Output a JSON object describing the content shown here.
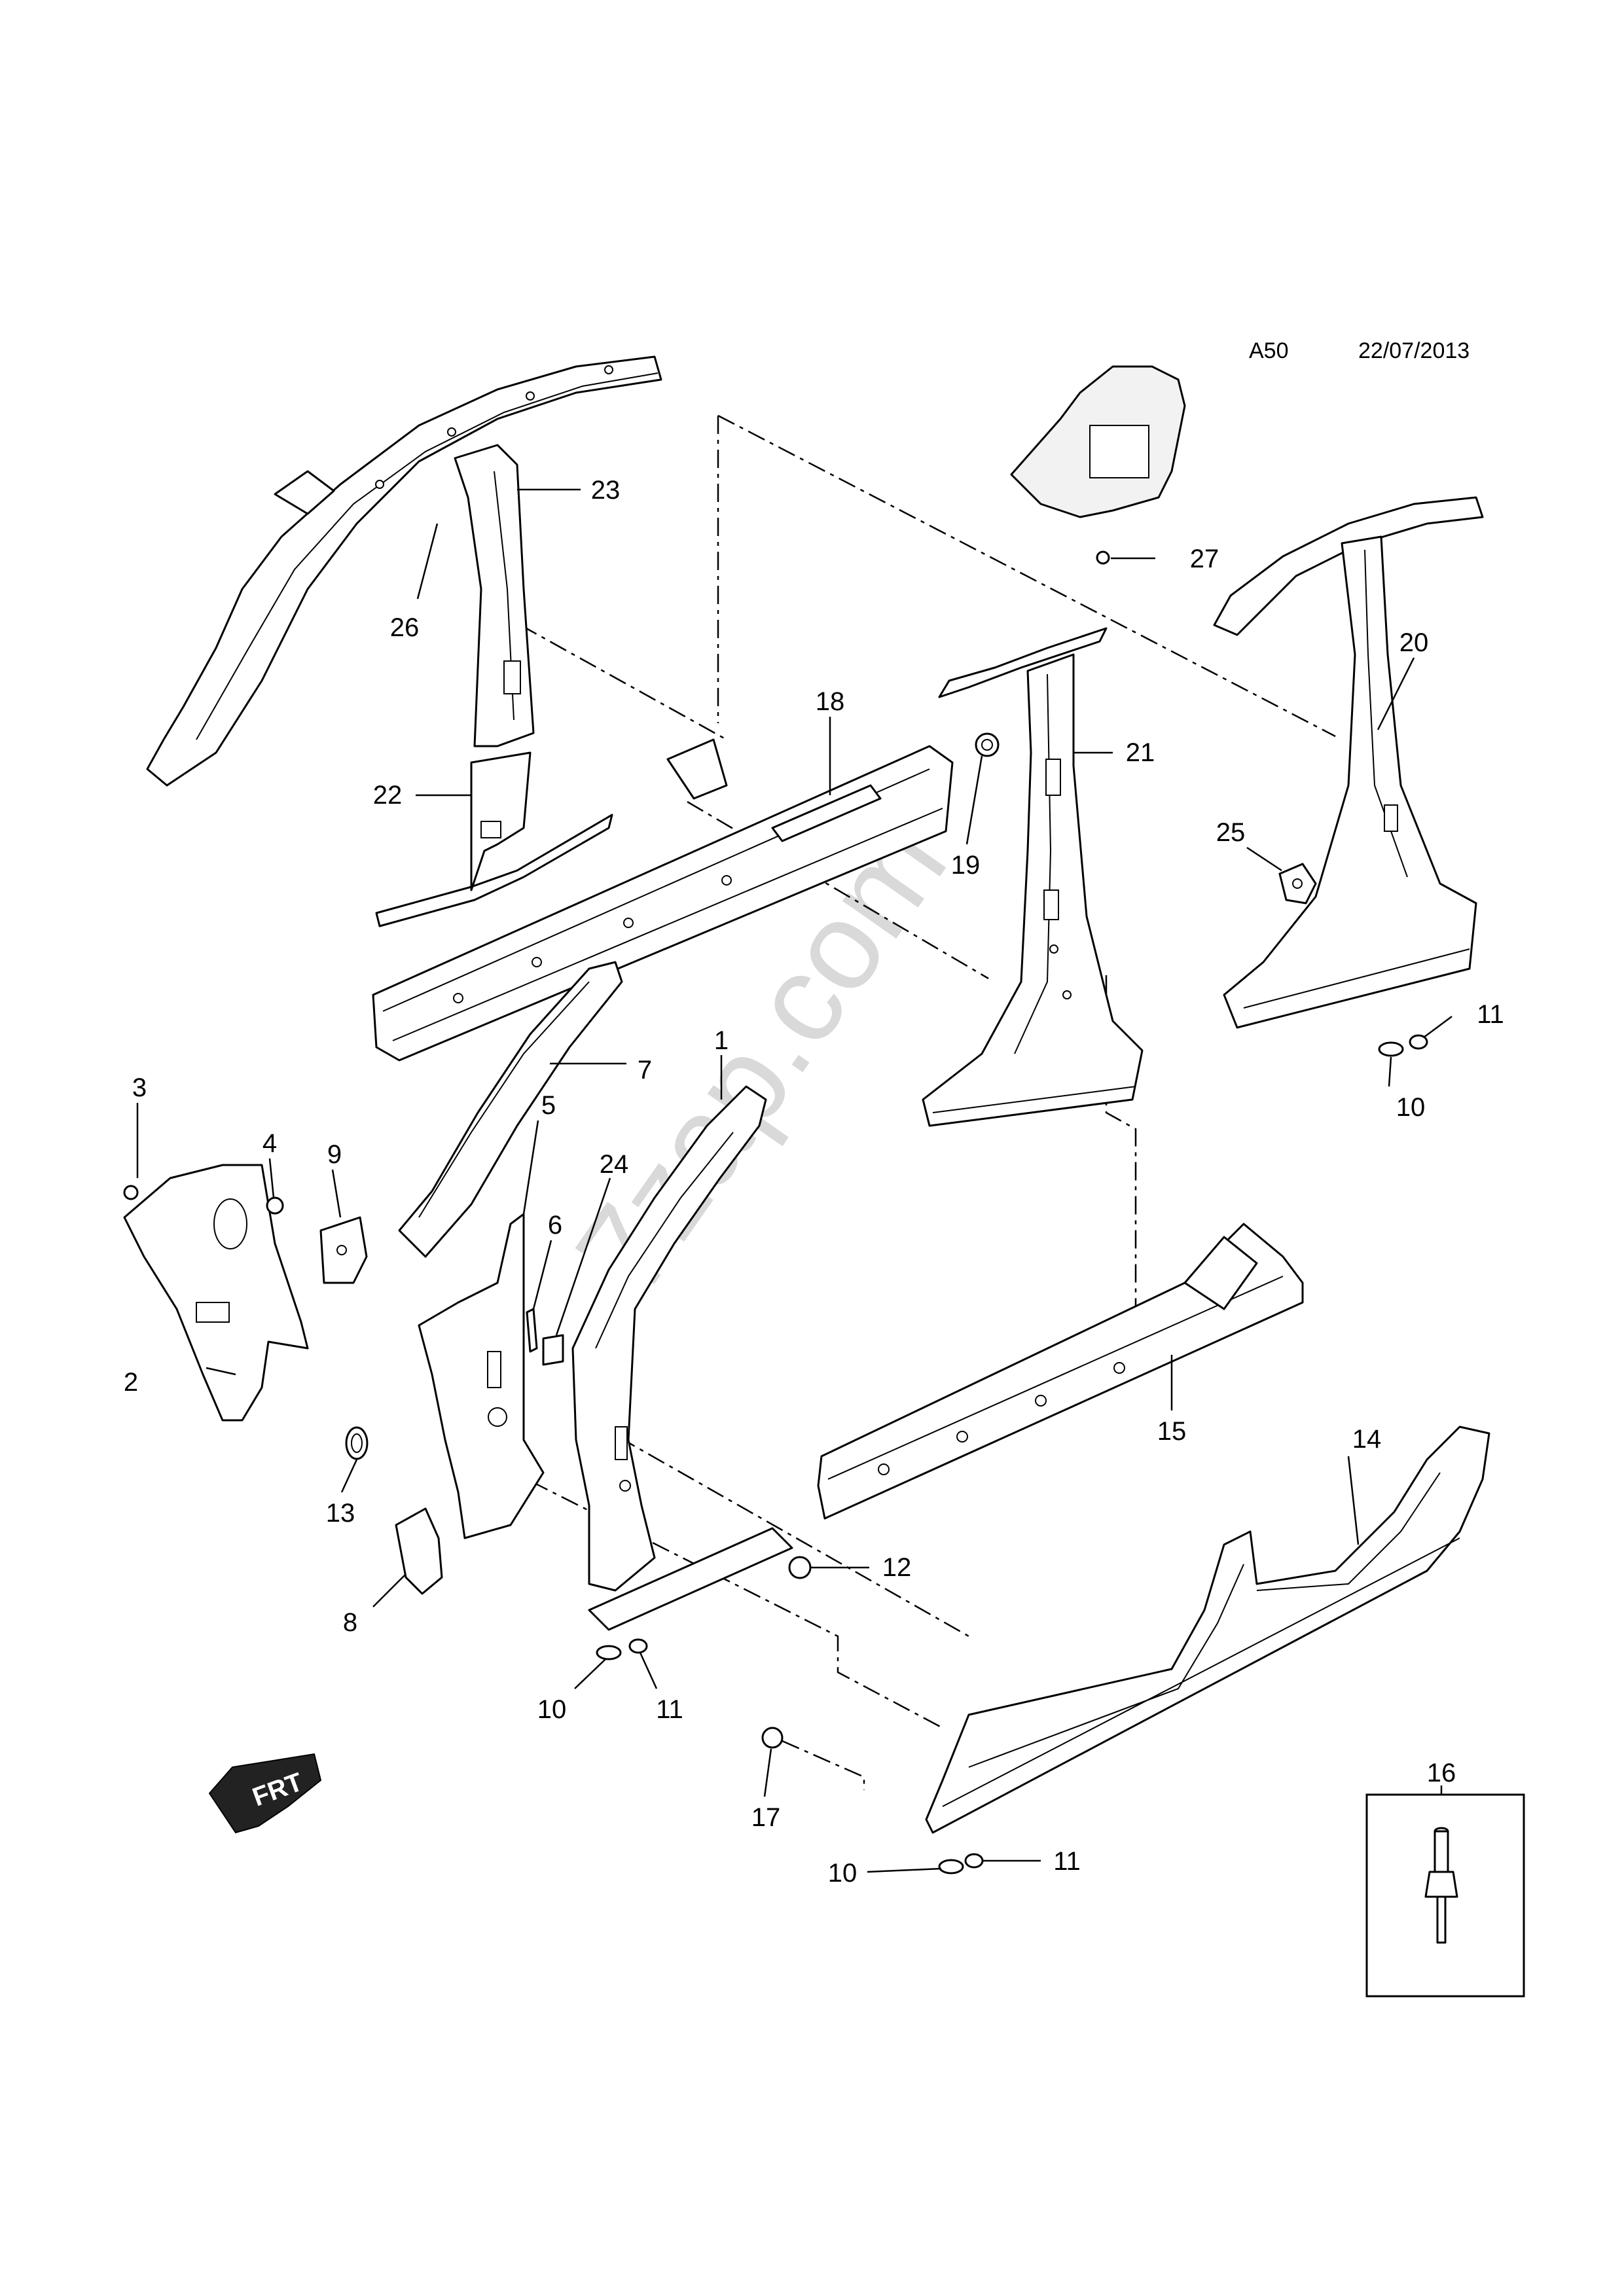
{
  "header": {
    "code": "A50",
    "date": "22/07/2013"
  },
  "watermark": "7zap.com",
  "direction_marker": {
    "label": "FRT",
    "icon": "front-direction-arrow"
  },
  "inset": {
    "label": "16",
    "icon": "rivet-icon"
  },
  "callouts": {
    "c1": "1",
    "c2": "2",
    "c3": "3",
    "c4": "4",
    "c5": "5",
    "c6": "6",
    "c7": "7",
    "c8": "8",
    "c9": "9",
    "c10a": "10",
    "c10b": "10",
    "c10c": "10",
    "c11a": "11",
    "c11b": "11",
    "c11c": "11",
    "c12": "12",
    "c13": "13",
    "c14": "14",
    "c15": "15",
    "c17": "17",
    "c18": "18",
    "c19": "19",
    "c20": "20",
    "c21": "21",
    "c22": "22",
    "c23": "23",
    "c24": "24",
    "c25": "25",
    "c26": "26",
    "c27": "27"
  },
  "colors": {
    "line": "#000000",
    "background": "#ffffff",
    "watermark": "#d9d9d9"
  }
}
